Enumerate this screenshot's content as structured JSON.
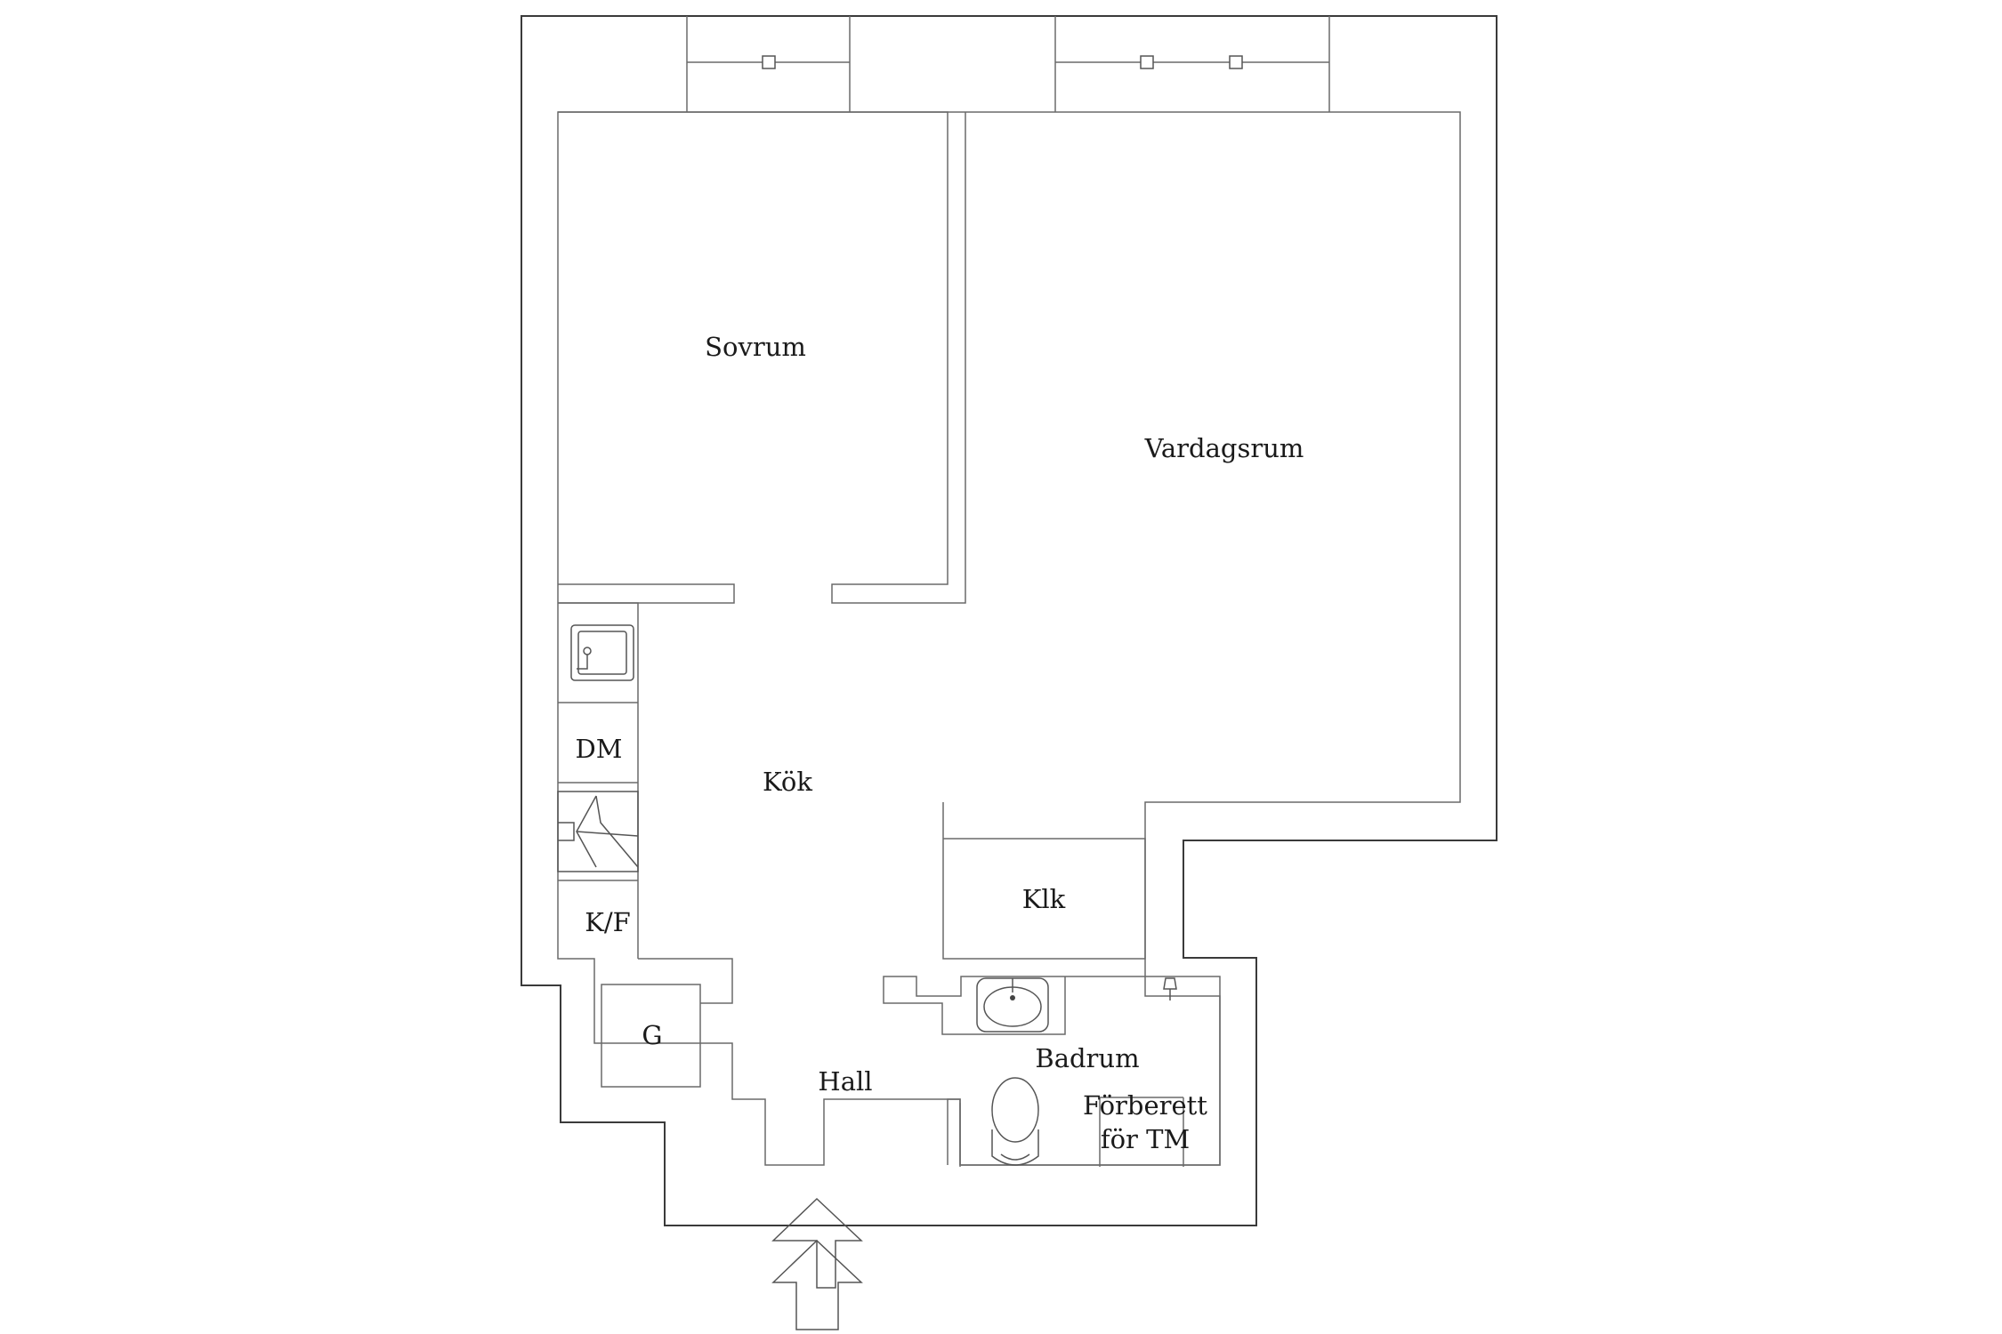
{
  "floorplan": {
    "rooms": {
      "sovrum": "Sovrum",
      "vardagsrum": "Vardagsrum",
      "kok": "Kök",
      "klk": "Klk",
      "hall": "Hall",
      "badrum": "Badrum"
    },
    "appliances": {
      "dm": "DM",
      "kf": "K/F",
      "g": "G",
      "tm_line1": "Förberett",
      "tm_line2": "för TM"
    },
    "icons": [
      "window-icon",
      "sink-icon",
      "stove-icon",
      "washbasin-icon",
      "toilet-icon",
      "shower-icon",
      "entrance-arrow-icon"
    ],
    "colors": {
      "wall": "#3a3a3a",
      "line": "#6a6a6a",
      "background": "#ffffff"
    }
  }
}
